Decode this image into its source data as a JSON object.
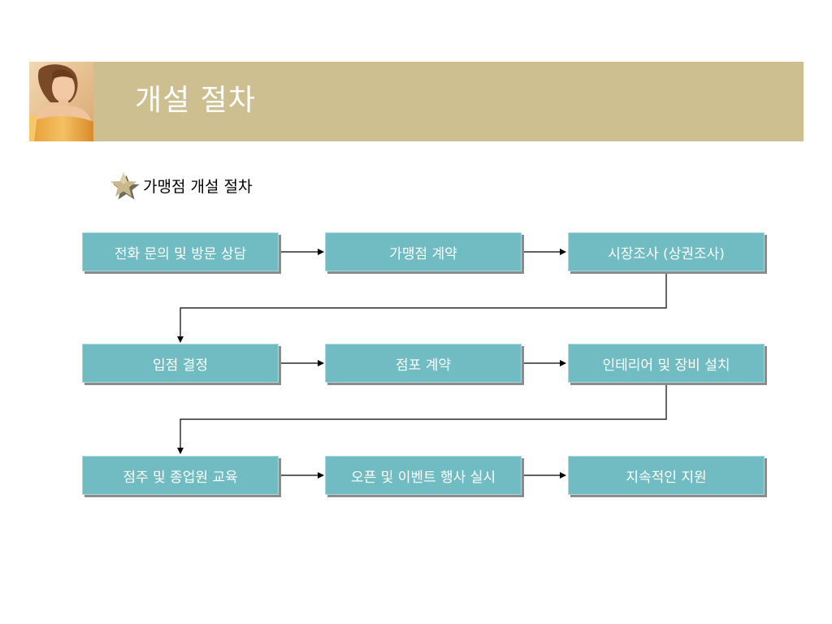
{
  "header": {
    "title": "개설 절차"
  },
  "section": {
    "heading": "가맹점 개설 절차",
    "bullet_icon": "star-icon"
  },
  "flow": {
    "steps": [
      "전화 문의 및 방문 상담",
      "가맹점 계약",
      "시장조사 (상권조사)",
      "입점 결정",
      "점포 계약",
      "인테리어 및 장비 설치",
      "점주 및 종업원 교육",
      "오픈 및 이벤트 행사 실시",
      "지속적인 지원"
    ],
    "box_color": "#70bcc2"
  },
  "colors": {
    "title_bar": "#cdbf8f",
    "box": "#70bcc2",
    "shadow": "#8c8c8c"
  }
}
